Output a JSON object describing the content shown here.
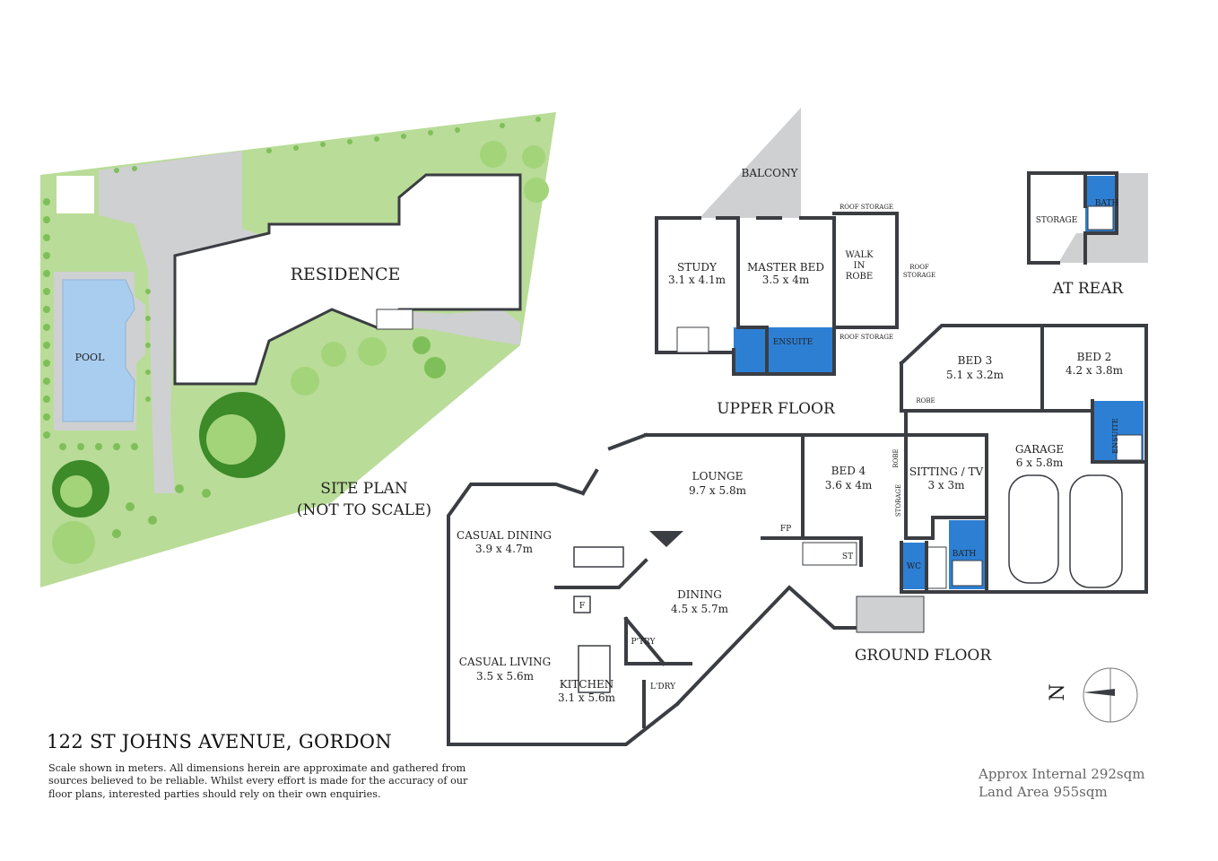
{
  "site_plan": {
    "residence_label": "RESIDENCE",
    "pool_label": "POOL",
    "title_line1": "SITE PLAN",
    "title_line2": "(NOT TO SCALE)"
  },
  "upper_floor": {
    "title": "UPPER FLOOR",
    "balcony": "BALCONY",
    "study": {
      "name": "STUDY",
      "dims": "3.1 x 4.1m"
    },
    "master_bed": {
      "name": "MASTER BED",
      "dims": "3.5 x 4m"
    },
    "walk_in_robe": [
      "WALK",
      "IN",
      "ROBE"
    ],
    "ensuite": "ENSUITE",
    "roof_storage_top": "ROOF STORAGE",
    "roof_storage_side": [
      "ROOF",
      "STORAGE"
    ],
    "roof_storage_bottom": "ROOF STORAGE"
  },
  "at_rear": {
    "title": "AT REAR",
    "storage": "STORAGE",
    "bath": "BATH"
  },
  "ground_floor": {
    "title": "GROUND FLOOR",
    "lounge": {
      "name": "LOUNGE",
      "dims": "9.7 x 5.8m"
    },
    "casual_dining": {
      "name": "CASUAL DINING",
      "dims": "3.9 x 4.7m"
    },
    "dining": {
      "name": "DINING",
      "dims": "4.5 x 5.7m"
    },
    "casual_living": {
      "name": "CASUAL LIVING",
      "dims": "3.5 x 5.6m"
    },
    "kitchen": {
      "name": "KITCHEN",
      "dims": "3.1 x 5.6m"
    },
    "pantry": "P'TRY",
    "laundry": "L'DRY",
    "fridge": "F",
    "fireplace": "FP",
    "stair": "ST",
    "bed4": {
      "name": "BED 4",
      "dims": "3.6 x 4m"
    },
    "robe_vertical": "ROBE",
    "storage_vertical": "STORAGE",
    "sitting_tv": {
      "name": "SITTING / TV",
      "dims": "3 x 3m"
    },
    "wc": "WC",
    "bath": "BATH",
    "garage": {
      "name": "GARAGE",
      "dims": "6 x 5.8m"
    },
    "bed3": {
      "name": "BED 3",
      "dims": "5.1 x 3.2m"
    },
    "bed3_robe": "ROBE",
    "bed2": {
      "name": "BED 2",
      "dims": "4.2 x 3.8m"
    },
    "ensuite_vertical": "ENSUITE"
  },
  "compass": {
    "letter": "N"
  },
  "address": "122 ST JOHNS AVENUE, GORDON",
  "disclaimer": "Scale shown in meters. All dimensions herein are approximate and gathered from sources believed to be  reliable. Whilst every effort is made for the accuracy of our floor plans, interested parties should rely on their own enquiries.",
  "areas": {
    "internal": "Approx Internal 292sqm",
    "land": "Land Area 955sqm"
  },
  "colors": {
    "lawn": "#b9dc98",
    "paving": "#cfd0d2",
    "pool": "#a9cdef",
    "wet_area": "#2d7fd3",
    "balcony": "#cfd0d2",
    "wall": "#3a3d42",
    "tree_light": "#a4d47a",
    "tree_dark": "#3c8a28"
  }
}
